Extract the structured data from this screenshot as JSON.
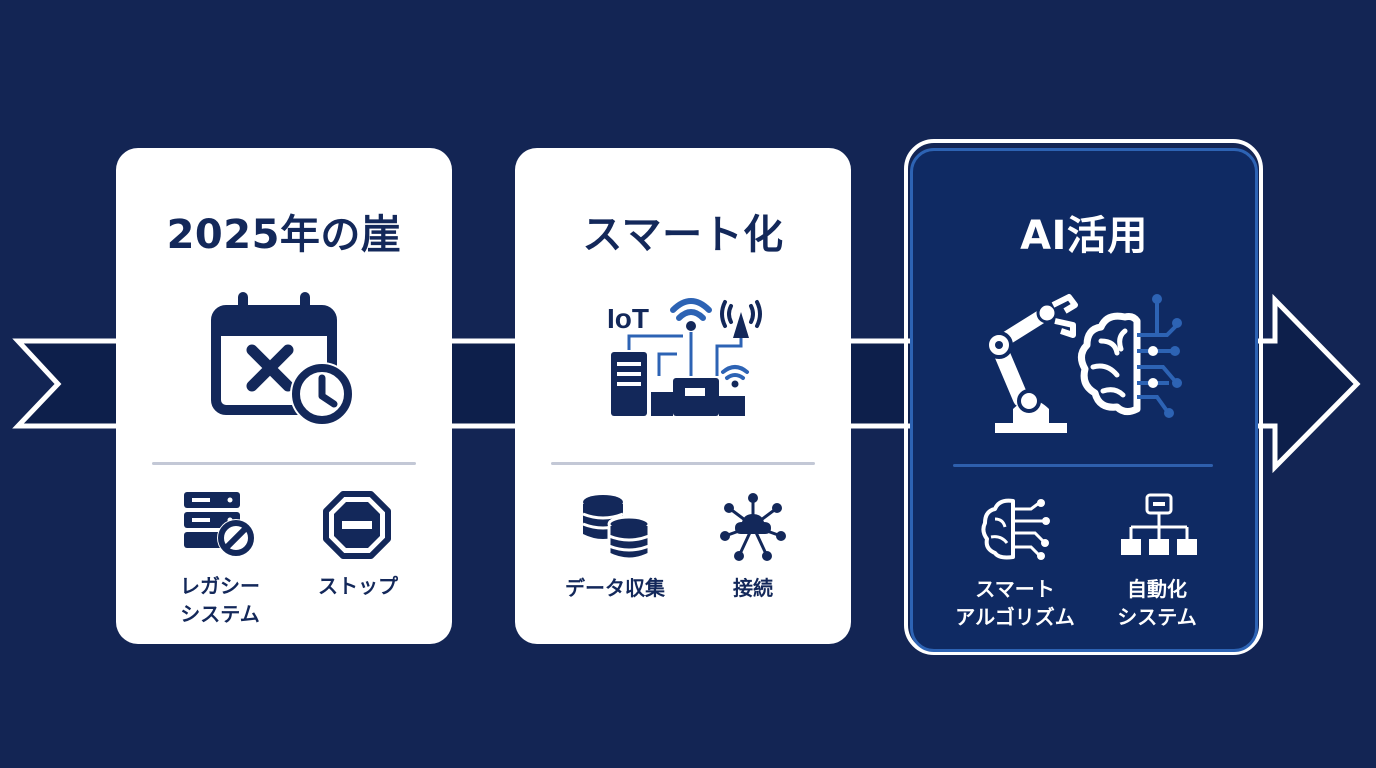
{
  "diagram": {
    "colors": {
      "background": "#132554",
      "navy": "#13285a",
      "accent": "#2d63b4",
      "white": "#ffffff"
    },
    "stages": [
      {
        "title": "2025年の崖",
        "hero_icon": "calendar-x-clock-icon",
        "items": [
          {
            "icon": "server-blocked-icon",
            "label_lines": [
              "レガシー",
              "システム"
            ]
          },
          {
            "icon": "stop-sign-icon",
            "label_lines": [
              "ストップ"
            ]
          }
        ]
      },
      {
        "title": "スマート化",
        "hero_icon": "iot-network-icon",
        "hero_text": "IoT",
        "items": [
          {
            "icon": "database-icon",
            "label_lines": [
              "データ収集"
            ]
          },
          {
            "icon": "cloud-network-icon",
            "label_lines": [
              "接続"
            ]
          }
        ]
      },
      {
        "title": "AI活用",
        "hero_icon": "robot-arm-ai-brain-icon",
        "highlighted": true,
        "items": [
          {
            "icon": "ai-brain-icon",
            "label_lines": [
              "スマート",
              "アルゴリズム"
            ]
          },
          {
            "icon": "org-hierarchy-icon",
            "label_lines": [
              "自動化",
              "システム"
            ]
          }
        ]
      }
    ]
  }
}
